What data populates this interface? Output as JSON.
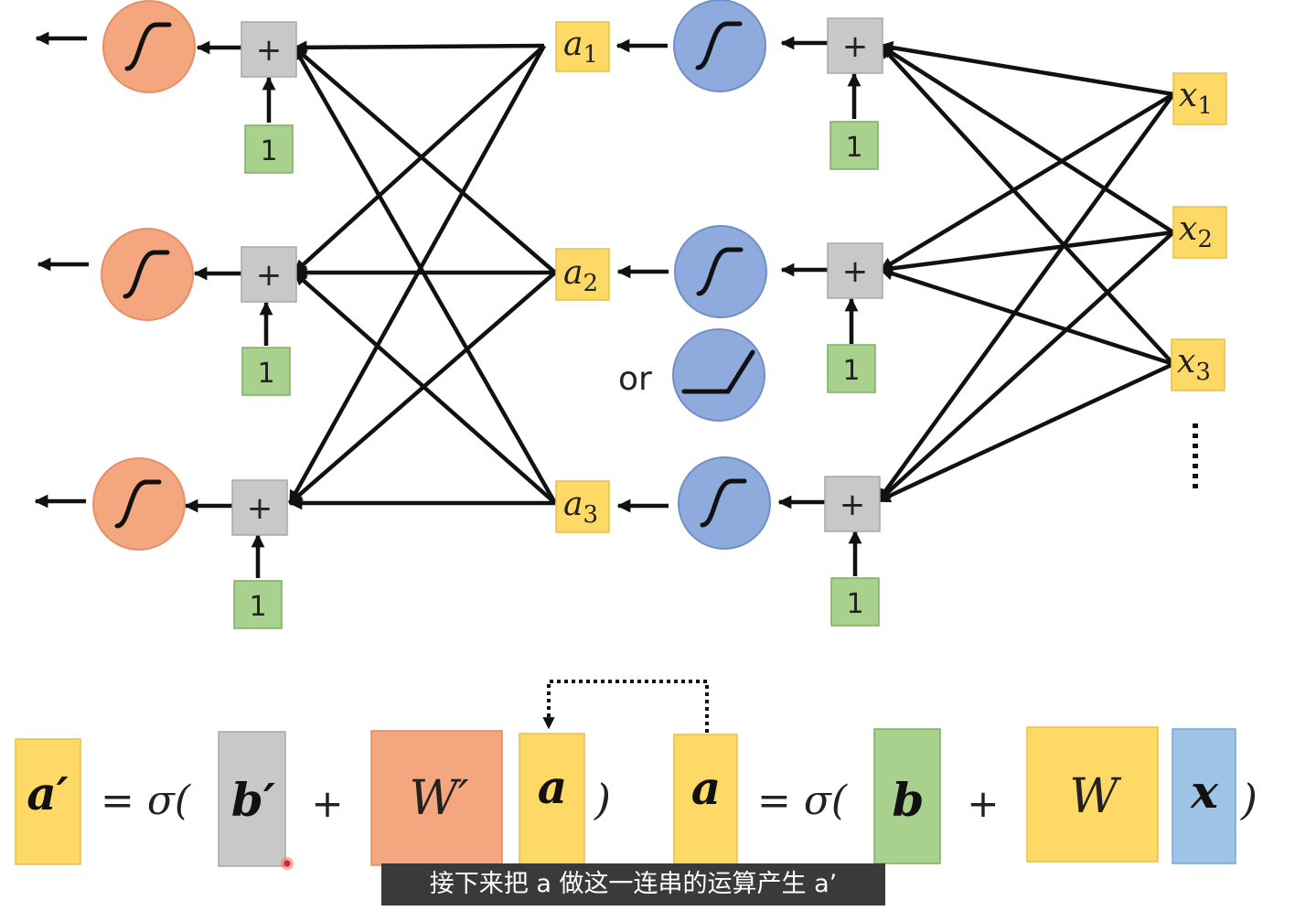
{
  "diagram": {
    "plus_symbol": "+",
    "bias_value": "1",
    "or_label": "or",
    "a_base": "a",
    "x_base": "x",
    "hidden_nodes": [
      {
        "sub": "1"
      },
      {
        "sub": "2"
      },
      {
        "sub": "3"
      }
    ],
    "input_nodes": [
      {
        "sub": "1"
      },
      {
        "sub": "2"
      },
      {
        "sub": "3"
      }
    ],
    "activation_icons": {
      "output": "sigmoid-icon",
      "hidden": "sigmoid-icon",
      "alternative": "relu-icon"
    },
    "colors": {
      "output_neuron": "#f4a77e",
      "hidden_neuron": "#8faadc",
      "adder": "#c8c8c8",
      "bias": "#a9d18e",
      "value": "#ffd966",
      "weight_prime": "#f4a77e",
      "x_vector": "#9dc3e6"
    }
  },
  "equation": {
    "left": {
      "lhs": "a′",
      "eq": "= σ(",
      "bias": "b′",
      "plus": "+",
      "weight": "W′",
      "input": "a",
      "close": ")"
    },
    "right": {
      "lhs": "a",
      "eq": "= σ(",
      "bias": "b",
      "plus": "+",
      "weight": "W",
      "input": "x",
      "close": ")"
    }
  },
  "caption": "接下来把 a 做这一连串的运算产生 a’"
}
